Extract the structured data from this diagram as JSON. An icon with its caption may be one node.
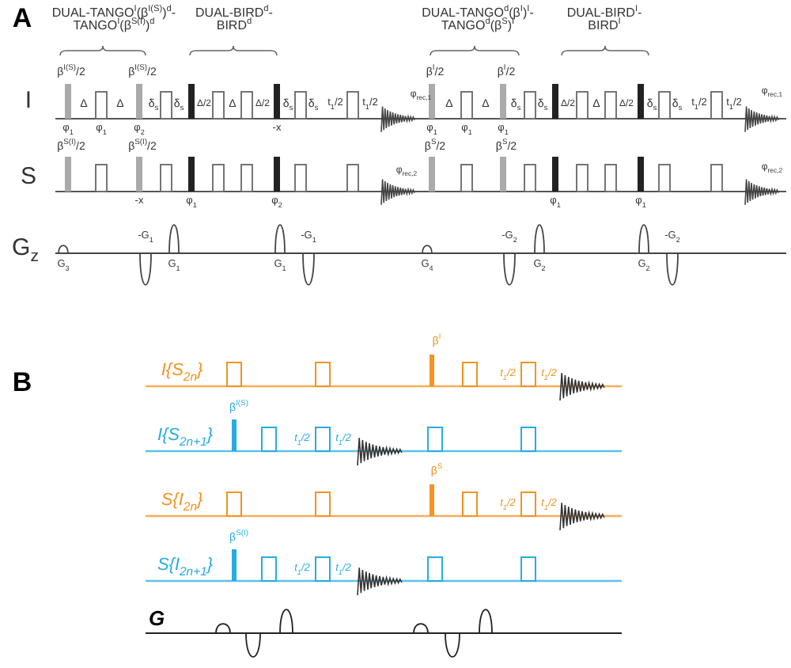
{
  "diagram": {
    "labels": [
      "A",
      "DUAL-TANGO$^{I}$(β$^{I(S)}$)$^{d}$- TANGO$^{I}$(β$^{S(I)}$)$^{d}$",
      "DUAL-BIRD$^{d}$- BIRD$^{d}$",
      "DUAL-TANGO$^{d}$(β$^{I}$)$^{I}$- TANGO$^{d}$(β$^{S}$)$^{I}$",
      "DUAL-BIRD$^{I}$- BIRD$^{I}$",
      "I",
      "β$^{I(S)}$/2",
      "Δ",
      "Δ",
      "β$^{I(S)}$/2",
      "δ$_{s}$",
      "δ$_{s}$",
      "Δ/2",
      "Δ",
      "Δ/2",
      "δ$_{s}$",
      "δ$_{s}$",
      "t$_{1}$/2",
      "t$_{1}$/2",
      "φ$_{rec,1}$",
      "β$^{I}$/2",
      "Δ",
      "Δ",
      "β$^{I}$/2",
      "δ$_{s}$",
      "δ$_{s}$",
      "Δ/2",
      "Δ",
      "Δ/2",
      "δ$_{s}$",
      "δ$_{s}$",
      "t$_{1}$/2",
      "t$_{1}$/2",
      "φ$_{rec,1}$",
      "φ$_{1}$",
      "φ$_{1}$",
      "φ$_{2}$",
      "-x",
      "φ$_{1}$",
      "φ$_{1}$",
      "φ$_{1}$",
      "S",
      "β$^{S(I)}$/2",
      "β$^{S(I)}$/2",
      "φ$_{rec,2}$",
      "β$^{S}$/2",
      "β$^{S}$/2",
      "φ$_{rec,2}$",
      "-x",
      "φ$_{1}$",
      "φ$_{2}$",
      "φ$_{1}$",
      "φ$_{1}$",
      "G$_{z}$",
      "G$_{3}$",
      "-G$_{1}$",
      "G$_{1}$",
      "G$_{1}$",
      "-G$_{1}$",
      "G$_{4}$",
      "-G$_{2}$",
      "G$_{2}$",
      "G$_{2}$",
      "-G$_{2}$",
      "B",
      "β$^{I}$",
      "I{S$_{2n}$}",
      "t$_{1}$/2",
      "t$_{1}$/2",
      "β$^{I(S)}$",
      "I{S$_{2n+1}$}",
      "t$_{1}$/2",
      "t$_{1}$/2",
      "β$^{S}$",
      "S{I$_{2n}$}",
      "t$_{1}$/2",
      "t$_{1}$/2",
      "β$^{S(I)}$",
      "S{I$_{2n+1}$}",
      "t$_{1}$/2",
      "t$_{1}$/2",
      "G"
    ]
  }
}
